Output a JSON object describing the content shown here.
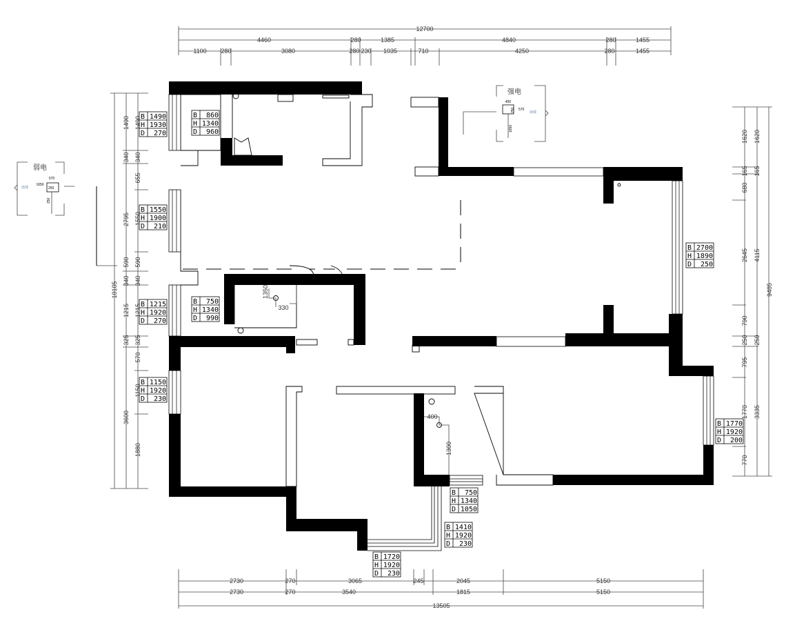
{
  "plan": {
    "top_dims": {
      "total": "12700",
      "row2": [
        "4460",
        "280",
        "1385",
        "4840",
        "280",
        "1455"
      ],
      "row3": [
        "1100",
        "280",
        "3080",
        "280",
        "230",
        "1035",
        "710",
        "4250",
        "280",
        "1455"
      ]
    },
    "bottom_dims": {
      "row1": [
        "2730",
        "270",
        "3065",
        "245",
        "2045",
        "5150"
      ],
      "row2": [
        "2730",
        "270",
        "3540",
        "1815",
        "5150"
      ],
      "total": "13505"
    },
    "left_dims": {
      "total": "10105",
      "col1": [
        "1490",
        "340",
        "2795",
        "590",
        "340",
        "1215",
        "325",
        "3600"
      ],
      "col2": [
        "1490",
        "340",
        "655",
        "1550",
        "590",
        "340",
        "1215",
        "325",
        "570",
        "1150",
        "1880"
      ]
    },
    "right_dims": {
      "total": "9485",
      "col1": [
        "1620",
        "165",
        "680",
        "2645",
        "790",
        "250",
        "795",
        "1770",
        "770"
      ],
      "col2": [
        "1620",
        "165",
        "4115",
        "250",
        "3335"
      ]
    },
    "windows": [
      {
        "B": "1490",
        "H": "1930",
        "D": "270"
      },
      {
        "B": "1550",
        "H": "1900",
        "D": "210"
      },
      {
        "B": "1215",
        "H": "1920",
        "D": "270"
      },
      {
        "B": "1150",
        "H": "1920",
        "D": "230"
      },
      {
        "B": "860",
        "H": "1340",
        "D": "960"
      },
      {
        "B": "750",
        "H": "1340",
        "D": "990"
      },
      {
        "B": "2700",
        "H": "1890",
        "D": "250"
      },
      {
        "B": "1770",
        "H": "1920",
        "D": "200"
      },
      {
        "B": "750",
        "H": "1340",
        "D": "1050"
      },
      {
        "B": "1410",
        "H": "1920",
        "D": "230"
      },
      {
        "B": "1720",
        "H": "1920",
        "D": "230"
      }
    ],
    "row_labels": [
      "B",
      "H",
      "D"
    ],
    "annotations": [
      "1350",
      "330",
      "400",
      "1300"
    ],
    "weak_box": {
      "label": "弱电",
      "w": "570",
      "offset": "1650",
      "h": "250",
      "v": "250",
      "tag": "出线"
    },
    "strong_box": {
      "label": "强电",
      "w": "450",
      "offset": "570",
      "h": "250",
      "v": "1650",
      "tag": "出线"
    }
  }
}
